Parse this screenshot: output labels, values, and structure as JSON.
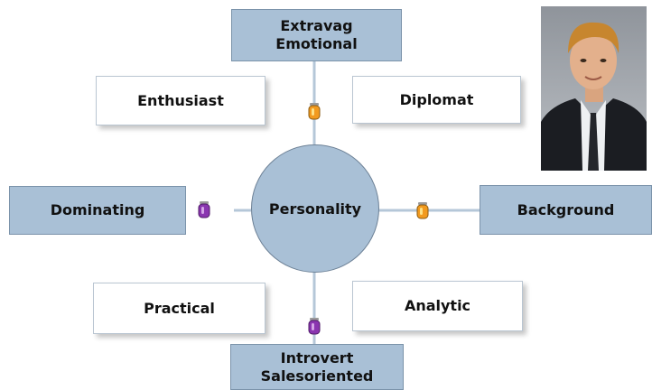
{
  "center": {
    "label": "Personality"
  },
  "nodes": {
    "top": {
      "line1": "Extravag",
      "line2": "Emotional"
    },
    "bottom": {
      "line1": "Introvert",
      "line2": "Salesoriented"
    },
    "left": {
      "label": "Dominating"
    },
    "right": {
      "label": "Background"
    }
  },
  "quadrants": {
    "top_left": "Enthusiast",
    "top_right": "Diplomat",
    "bottom_left": "Practical",
    "bottom_right": "Analytic"
  },
  "colors": {
    "node_fill": "#a9c0d6",
    "connector": "#b5c7d8",
    "jar_orange": "#f29a1e",
    "jar_purple": "#8a35b0"
  },
  "icons": {
    "top_connector": "orange-jar-icon",
    "right_connector": "orange-jar-icon",
    "left_connector": "purple-jar-icon",
    "bottom_connector": "purple-jar-icon"
  }
}
